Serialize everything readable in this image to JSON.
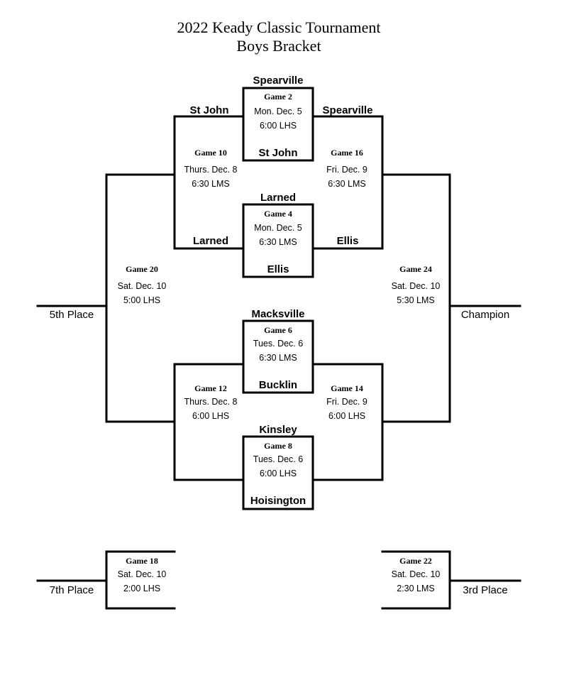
{
  "header": {
    "title": "2022 Keady Classic Tournament",
    "subtitle": "Boys Bracket"
  },
  "games": {
    "g2": {
      "label": "Game 2",
      "date": "Mon. Dec. 5",
      "time": "6:00 LHS",
      "top_team": "Spearville",
      "bottom_team": "St John"
    },
    "g4": {
      "label": "Game 4",
      "date": "Mon. Dec. 5",
      "time": "6:30 LMS",
      "top_team": "Larned",
      "bottom_team": "Ellis"
    },
    "g6": {
      "label": "Game 6",
      "date": "Tues. Dec. 6",
      "time": "6:30 LMS",
      "top_team": "Macksville",
      "bottom_team": "Bucklin"
    },
    "g8": {
      "label": "Game 8",
      "date": "Tues. Dec. 6",
      "time": "6:00 LHS",
      "top_team": "Kinsley",
      "bottom_team": "Hoisington"
    },
    "g10": {
      "label": "Game 10",
      "date": "Thurs. Dec. 8",
      "time": "6:30 LMS",
      "top_team": "St John",
      "bottom_team": "Larned"
    },
    "g12": {
      "label": "Game 12",
      "date": "Thurs. Dec. 8",
      "time": "6:00 LHS"
    },
    "g14": {
      "label": "Game 14",
      "date": "Fri. Dec. 9",
      "time": "6:00 LHS"
    },
    "g16": {
      "label": "Game 16",
      "date": "Fri. Dec. 9",
      "time": "6:30 LMS",
      "top_team": "Spearville",
      "bottom_team": "Ellis"
    },
    "g18": {
      "label": "Game 18",
      "date": "Sat. Dec. 10",
      "time": "2:00 LHS"
    },
    "g20": {
      "label": "Game 20",
      "date": "Sat. Dec. 10",
      "time": "5:00 LHS"
    },
    "g22": {
      "label": "Game 22",
      "date": "Sat. Dec. 10",
      "time": "2:30 LMS"
    },
    "g24": {
      "label": "Game 24",
      "date": "Sat. Dec. 10",
      "time": "5:30 LMS"
    }
  },
  "places": {
    "fifth": "5th Place",
    "champion": "Champion",
    "seventh": "7th Place",
    "third": "3rd Place"
  }
}
